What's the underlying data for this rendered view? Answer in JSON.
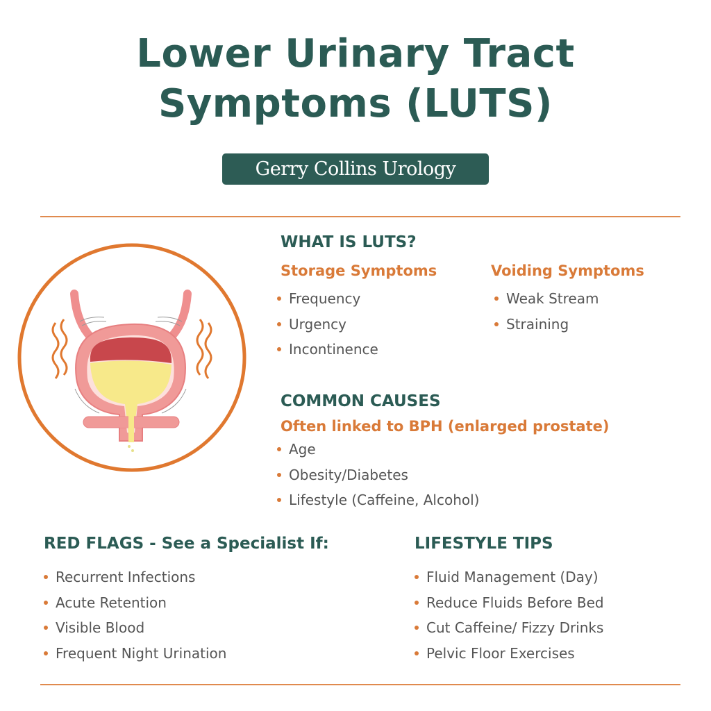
{
  "title": {
    "line1": "Lower Urinary Tract",
    "line2": "Symptoms (LUTS)"
  },
  "brand": "Gerry Collins Urology",
  "what_is": {
    "heading": "WHAT IS LUTS?",
    "storage": {
      "heading": "Storage Symptoms",
      "items": [
        "Frequency",
        "Urgency",
        "Incontinence"
      ]
    },
    "voiding": {
      "heading": "Voiding Symptoms",
      "items": [
        "Weak Stream",
        "Straining"
      ]
    }
  },
  "causes": {
    "heading": "COMMON CAUSES",
    "subheading": "Often linked to BPH (enlarged prostate)",
    "items": [
      "Age",
      "Obesity/Diabetes",
      "Lifestyle (Caffeine, Alcohol)"
    ]
  },
  "red_flags": {
    "heading": "RED FLAGS - See a Specialist If:",
    "items": [
      "Recurrent Infections",
      "Acute Retention",
      "Visible Blood",
      "Frequent Night Urination"
    ]
  },
  "lifestyle": {
    "heading": "LIFESTYLE TIPS",
    "items": [
      "Fluid Management (Day)",
      "Reduce Fluids Before Bed",
      "Cut Caffeine/ Fizzy Drinks",
      "Pelvic Floor Exercises"
    ]
  },
  "colors": {
    "teal": "#2b5b54",
    "orange": "#d97a38"
  }
}
